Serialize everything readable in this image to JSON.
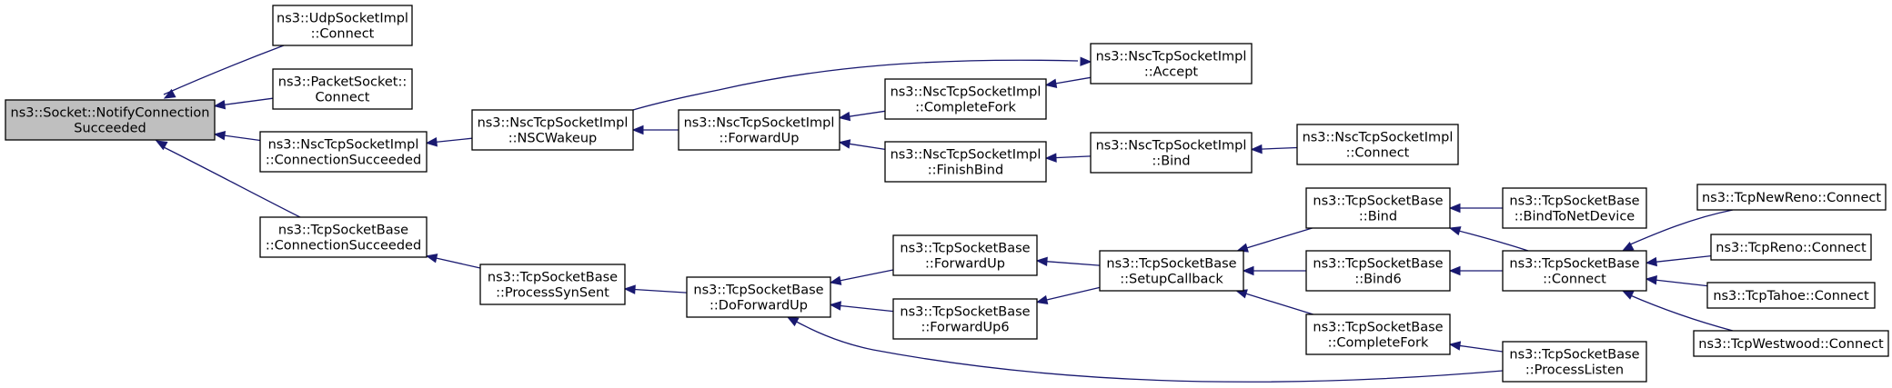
{
  "colors": {
    "edge": "#191970",
    "node_fill": "#ffffff",
    "root_fill": "#bfbfbf",
    "border": "#000000"
  },
  "nodes": [
    {
      "id": "root",
      "lines": [
        "ns3::Socket::NotifyConnection",
        "Succeeded"
      ],
      "highlight": true
    },
    {
      "id": "udp_connect",
      "lines": [
        "ns3::UdpSocketImpl",
        "::Connect"
      ]
    },
    {
      "id": "packet_connect",
      "lines": [
        "ns3::PacketSocket::",
        "Connect"
      ]
    },
    {
      "id": "nsc_connsucc",
      "lines": [
        "ns3::NscTcpSocketImpl",
        "::ConnectionSucceeded"
      ]
    },
    {
      "id": "tcp_connsucc",
      "lines": [
        "ns3::TcpSocketBase",
        "::ConnectionSucceeded"
      ]
    },
    {
      "id": "nsc_wakeup",
      "lines": [
        "ns3::NscTcpSocketImpl",
        "::NSCWakeup"
      ]
    },
    {
      "id": "nsc_forwardup",
      "lines": [
        "ns3::NscTcpSocketImpl",
        "::ForwardUp"
      ]
    },
    {
      "id": "nsc_accept",
      "lines": [
        "ns3::NscTcpSocketImpl",
        "::Accept"
      ]
    },
    {
      "id": "nsc_completefork",
      "lines": [
        "ns3::NscTcpSocketImpl",
        "::CompleteFork"
      ]
    },
    {
      "id": "nsc_finishbind",
      "lines": [
        "ns3::NscTcpSocketImpl",
        "::FinishBind"
      ]
    },
    {
      "id": "nsc_bind",
      "lines": [
        "ns3::NscTcpSocketImpl",
        "::Bind"
      ]
    },
    {
      "id": "nsc_connect",
      "lines": [
        "ns3::NscTcpSocketImpl",
        "::Connect"
      ]
    },
    {
      "id": "tcp_processsynsent",
      "lines": [
        "ns3::TcpSocketBase",
        "::ProcessSynSent"
      ]
    },
    {
      "id": "tcp_doforwardup",
      "lines": [
        "ns3::TcpSocketBase",
        "::DoForwardUp"
      ]
    },
    {
      "id": "tcp_forwardup",
      "lines": [
        "ns3::TcpSocketBase",
        "::ForwardUp"
      ]
    },
    {
      "id": "tcp_forwardup6",
      "lines": [
        "ns3::TcpSocketBase",
        "::ForwardUp6"
      ]
    },
    {
      "id": "tcp_setupcallback",
      "lines": [
        "ns3::TcpSocketBase",
        "::SetupCallback"
      ]
    },
    {
      "id": "tcp_bind",
      "lines": [
        "ns3::TcpSocketBase",
        "::Bind"
      ]
    },
    {
      "id": "tcp_bind6",
      "lines": [
        "ns3::TcpSocketBase",
        "::Bind6"
      ]
    },
    {
      "id": "tcp_completefork",
      "lines": [
        "ns3::TcpSocketBase",
        "::CompleteFork"
      ]
    },
    {
      "id": "tcp_bindtonetdevice",
      "lines": [
        "ns3::TcpSocketBase",
        "::BindToNetDevice"
      ]
    },
    {
      "id": "tcp_connect",
      "lines": [
        "ns3::TcpSocketBase",
        "::Connect"
      ]
    },
    {
      "id": "tcp_processlisten",
      "lines": [
        "ns3::TcpSocketBase",
        "::ProcessListen"
      ]
    },
    {
      "id": "newreno_connect",
      "lines": [
        "ns3::TcpNewReno::Connect"
      ]
    },
    {
      "id": "reno_connect",
      "lines": [
        "ns3::TcpReno::Connect"
      ]
    },
    {
      "id": "tahoe_connect",
      "lines": [
        "ns3::TcpTahoe::Connect"
      ]
    },
    {
      "id": "westwood_connect",
      "lines": [
        "ns3::TcpWestwood::Connect"
      ]
    }
  ],
  "edges": [
    {
      "from": "udp_connect",
      "to": "root"
    },
    {
      "from": "packet_connect",
      "to": "root"
    },
    {
      "from": "nsc_connsucc",
      "to": "root"
    },
    {
      "from": "tcp_connsucc",
      "to": "root"
    },
    {
      "from": "nsc_wakeup",
      "to": "nsc_connsucc"
    },
    {
      "from": "nsc_wakeup",
      "to": "nsc_accept"
    },
    {
      "from": "nsc_forwardup",
      "to": "nsc_wakeup"
    },
    {
      "from": "nsc_completefork",
      "to": "nsc_forwardup"
    },
    {
      "from": "nsc_finishbind",
      "to": "nsc_forwardup"
    },
    {
      "from": "nsc_accept",
      "to": "nsc_completefork"
    },
    {
      "from": "nsc_bind",
      "to": "nsc_finishbind"
    },
    {
      "from": "nsc_connect",
      "to": "nsc_bind"
    },
    {
      "from": "tcp_processsynsent",
      "to": "tcp_connsucc"
    },
    {
      "from": "tcp_doforwardup",
      "to": "tcp_processsynsent"
    },
    {
      "from": "tcp_forwardup",
      "to": "tcp_doforwardup"
    },
    {
      "from": "tcp_forwardup6",
      "to": "tcp_doforwardup"
    },
    {
      "from": "tcp_setupcallback",
      "to": "tcp_forwardup"
    },
    {
      "from": "tcp_setupcallback",
      "to": "tcp_forwardup6"
    },
    {
      "from": "tcp_bind",
      "to": "tcp_setupcallback"
    },
    {
      "from": "tcp_bind6",
      "to": "tcp_setupcallback"
    },
    {
      "from": "tcp_completefork",
      "to": "tcp_setupcallback"
    },
    {
      "from": "tcp_bindtonetdevice",
      "to": "tcp_bind"
    },
    {
      "from": "tcp_connect",
      "to": "tcp_bind"
    },
    {
      "from": "tcp_connect",
      "to": "tcp_bind6"
    },
    {
      "from": "tcp_processlisten",
      "to": "tcp_completefork"
    },
    {
      "from": "tcp_processlisten",
      "to": "tcp_doforwardup"
    },
    {
      "from": "newreno_connect",
      "to": "tcp_connect"
    },
    {
      "from": "reno_connect",
      "to": "tcp_connect"
    },
    {
      "from": "tahoe_connect",
      "to": "tcp_connect"
    },
    {
      "from": "westwood_connect",
      "to": "tcp_connect"
    }
  ]
}
